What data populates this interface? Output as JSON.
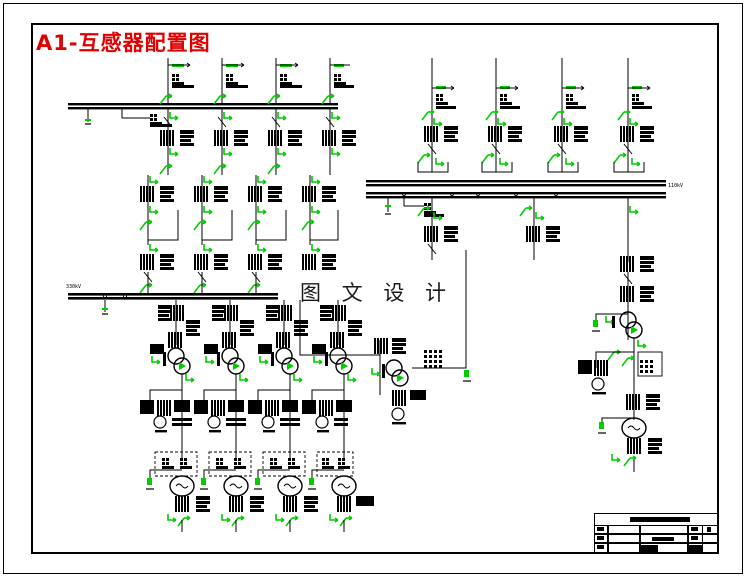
{
  "document": {
    "title": "A1-互感器配置图",
    "watermark": "图 文 设 计",
    "title_color": "#e00000",
    "line_color": "#000000",
    "accent_color": "#00cc00",
    "background": "#ffffff"
  },
  "labels": {
    "bus_330kv": "330kV",
    "bus_110kv": "110kV"
  },
  "drawing": {
    "name": "electrical-single-line-diagram",
    "description": "CT/VT (instrument transformer) configuration single-line diagram"
  },
  "title_block": {
    "name": "drawing-title-block"
  }
}
